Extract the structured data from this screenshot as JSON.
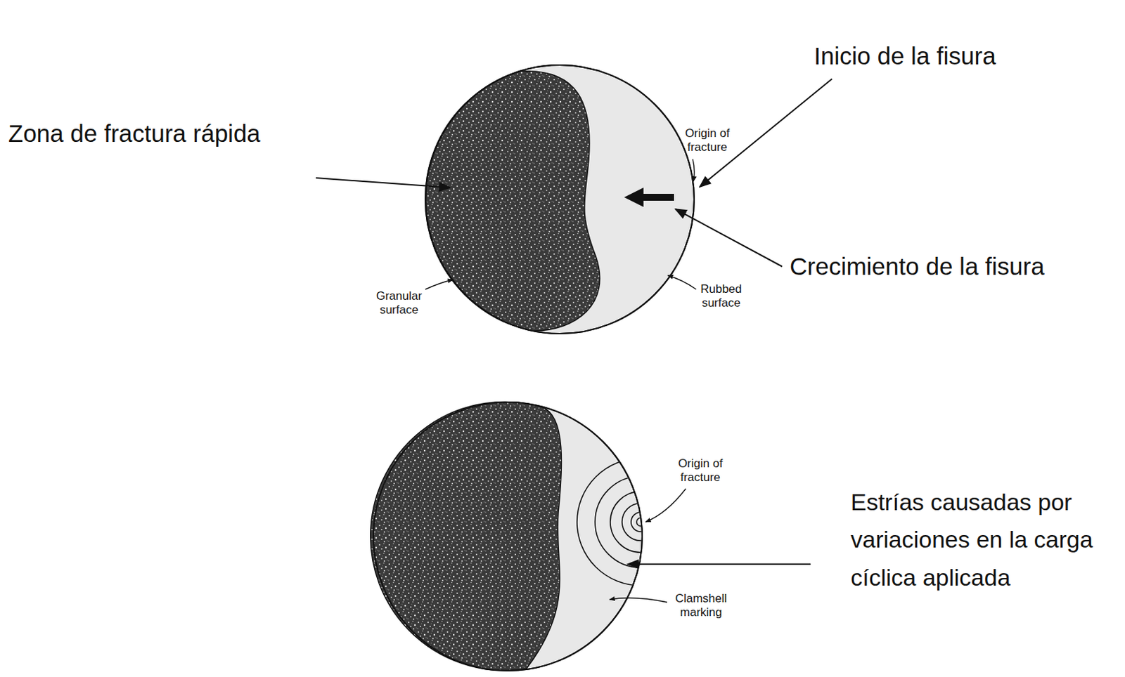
{
  "diagram": {
    "labels": [
      "Inicio de la fisura",
      "Zona de fractura rápida",
      "Origin of fracture",
      "Crecimiento de la fisura",
      "Granular surface",
      "Rubbed surface",
      "Origin of fracture",
      "Estrías causadas por variaciones en la carga cíclica aplicada",
      "Clamshell marking"
    ]
  }
}
